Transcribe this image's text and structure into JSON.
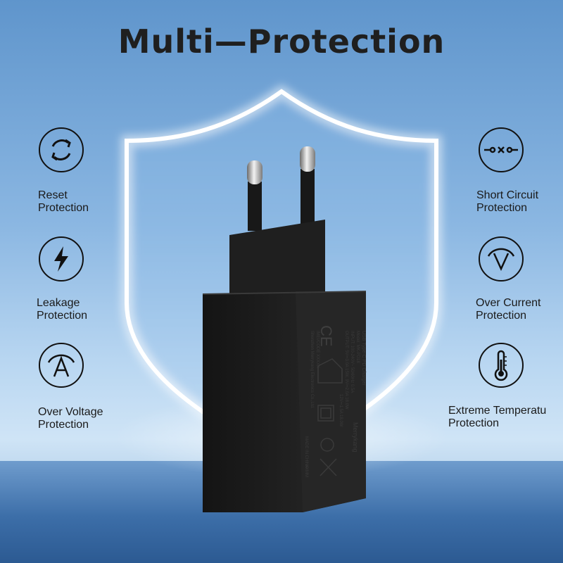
{
  "title": "Multi—Protection",
  "features": {
    "reset": {
      "line1": "Reset",
      "line2": "Protection",
      "icon": "reset-cycle-icon"
    },
    "leakage": {
      "line1": "Leakage",
      "line2": "Protection",
      "icon": "lightning-icon"
    },
    "over_voltage": {
      "line1": "Over Voltage",
      "line2": "Protection",
      "icon": "voltage-gauge-icon"
    },
    "short_circuit": {
      "line1": "Short Circuit",
      "line2": "Protection",
      "icon": "circuit-switch-icon"
    },
    "over_current": {
      "line1": "Over Current",
      "line2": "Protection",
      "icon": "current-meter-icon"
    },
    "extreme_temp": {
      "line1": "Extreme Temperatu",
      "line2": "Protection",
      "icon": "thermometer-icon"
    }
  },
  "product_label": {
    "brand": "Merrykang",
    "line1": "USB Type-C PD Charger",
    "line2": "Model: MK-PD18",
    "line3": "INPUT: 100-240V~ 50/60Hz 0.5A",
    "line4": "OUTPUT: 5V⎓3.0A 15W, 9V⎓2.0A 18.0W",
    "line5": "12V⎓1.5A 18.0W",
    "line6": "Shenzhen Merrykang Electronics Co.,Ltd.",
    "line7": "MADE IN CHINA",
    "line8": "IMEI/CODE XXXXX",
    "line9": "XXMM"
  },
  "colors": {
    "background_top": "#5f95cc",
    "background_mid": "#cfe4f6",
    "charger_body": "#1c1c1c",
    "icon_stroke": "#111111",
    "title": "#1f1f1f"
  }
}
